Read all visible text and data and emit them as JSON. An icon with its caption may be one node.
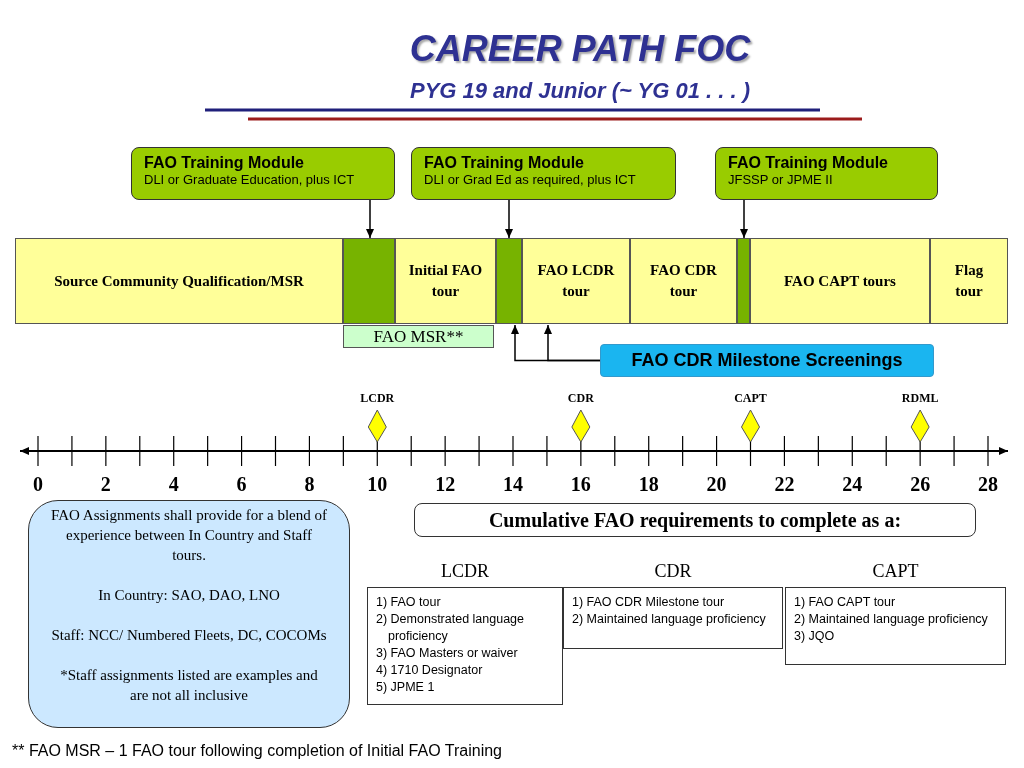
{
  "diagram": {
    "title": "CAREER PATH FOC",
    "caption": "** FAO MSR – 1 FAO tour following completion of Initial FAO Training",
    "nodes": [
      {
        "text": [
          "FAO Training Module",
          "DLI or Graduate Education, plus ICT"
        ]
      },
      {
        "text": [
          "FAO Training Module",
          "DLI or Grad Ed as required, plus ICT"
        ]
      },
      {
        "text": [
          "FAO Training Module",
          "JFSSP or JPME II"
        ]
      },
      {
        "text": [
          "Source Community Qualification/MSR"
        ]
      },
      {
        "text": [],
        "shape": "box"
      },
      {
        "text": [
          "Initial FAO tour"
        ]
      },
      {
        "text": [],
        "shape": "box"
      },
      {
        "text": [
          "FAO LCDR tour"
        ]
      },
      {
        "text": [
          "FAO CDR tour"
        ]
      },
      {
        "text": [],
        "shape": "box"
      },
      {
        "text": [
          "FAO CAPT tours"
        ]
      },
      {
        "text": [
          "Flag tour"
        ]
      },
      {
        "text": [
          "FAO MSR**"
        ]
      },
      {
        "text": [
          "FAO CDR Milestone Screenings"
        ]
      },
      {
        "text": [
          "FAO Assignments shall provide for a blend of experience between In Country and Staff tours.",
          "In Country: SAO, DAO, LNO",
          "Staff: NCC/ Numbered Fleets, DC, COCOMs",
          "*Staff assignments listed are examples and are not all inclusive"
        ]
      },
      {
        "text": [
          "Cumulative FAO requirements to complete as a:"
        ]
      },
      {
        "text": [
          "LCDR",
          "1) FAO tour",
          "2) Demonstrated language proficiency",
          "3) FAO Masters or waiver",
          "4) 1710 Designator",
          "5) JPME 1"
        ]
      },
      {
        "text": [
          "CDR",
          "1) FAO CDR Milestone tour",
          "2) Maintained language proficiency"
        ]
      },
      {
        "text": [
          "CAPT",
          "1) FAO CAPT tour",
          "2) Maintained language proficiency",
          "3) JQO"
        ]
      }
    ],
    "edges": [
      {
        "from": 0,
        "to": 4,
        "arrow": "to"
      },
      {
        "from": 1,
        "to": 6,
        "arrow": "to"
      },
      {
        "from": 2,
        "to": 9,
        "arrow": "to"
      },
      {
        "from": 13,
        "to": 6,
        "arrow": "to"
      },
      {
        "from": 13,
        "to": 7,
        "arrow": "to"
      }
    ],
    "labels": [
      "PYG 19 and Junior (~ YG 01 . . . )",
      "LCDR",
      "CDR",
      "CAPT",
      "RDML",
      "0",
      "2",
      "4",
      "6",
      "8",
      "10",
      "12",
      "14",
      "16",
      "18",
      "20",
      "22",
      "24",
      "26",
      "28"
    ]
  }
}
